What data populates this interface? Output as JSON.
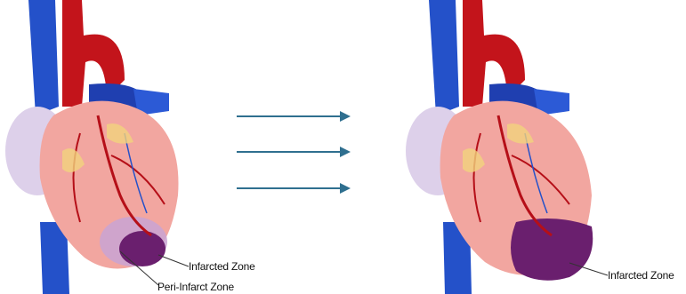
{
  "left_panel": {
    "labels": {
      "infarcted_zone": "Infarcted Zone",
      "peri_infarct_zone": "Peri-Infarct Zone"
    }
  },
  "right_panel": {
    "labels": {
      "infarcted_zone": "Infarcted Zone"
    }
  },
  "transition": {
    "arrow_count": 3,
    "arrow_color": "#2f6f8f"
  },
  "colors": {
    "vein_blue": "#2451c9",
    "artery_red": "#c3141b",
    "myocardium": "#f2a6a0",
    "infarct_purple": "#6a1f6e",
    "peri_infarct": "#b787b9",
    "atrium_lavender": "#ddd0ea"
  }
}
